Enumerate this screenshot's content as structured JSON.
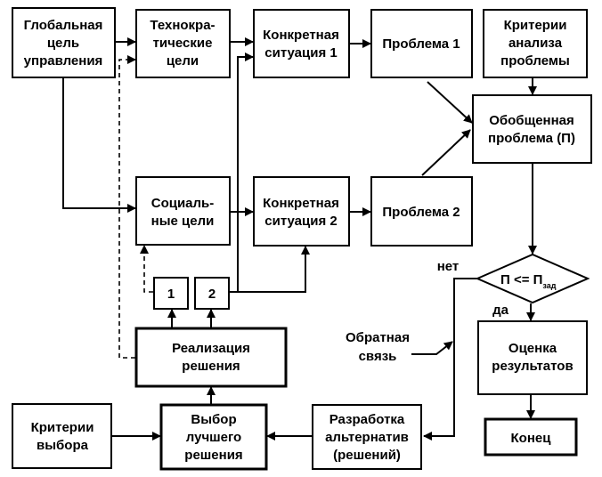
{
  "diagram": {
    "nodes": {
      "global_goal": [
        "Глобальная",
        "цель",
        "управления"
      ],
      "techno_goals": [
        "Технокра-",
        "тические",
        "цели"
      ],
      "situation1": [
        "Конкретная",
        "ситуация 1"
      ],
      "problem1": [
        "Проблема 1"
      ],
      "criteria_analysis": [
        "Критерии",
        "анализа",
        "проблемы"
      ],
      "general_problem": [
        "Обобщенная",
        "проблема (П)"
      ],
      "social_goals": [
        "Социаль-",
        "ные цели"
      ],
      "situation2": [
        "Конкретная",
        "ситуация 2"
      ],
      "problem2": [
        "Проблема 2"
      ],
      "small1": [
        "1"
      ],
      "small2": [
        "2"
      ],
      "realization": [
        "Реализация",
        "решения"
      ],
      "condition": {
        "left": "П <= П",
        "sub": "зад"
      },
      "evaluation": [
        "Оценка",
        "результатов"
      ],
      "end": [
        "Конец"
      ],
      "selection_criteria": [
        "Критерии",
        "выбора"
      ],
      "best_choice": [
        "Выбор",
        "лучшего",
        "решения"
      ],
      "alternatives": [
        "Разработка",
        "альтернатив",
        "(решений)"
      ]
    },
    "edge_labels": {
      "no": "нет",
      "yes": "да",
      "feedback": [
        "Обратная",
        "связь"
      ]
    }
  }
}
